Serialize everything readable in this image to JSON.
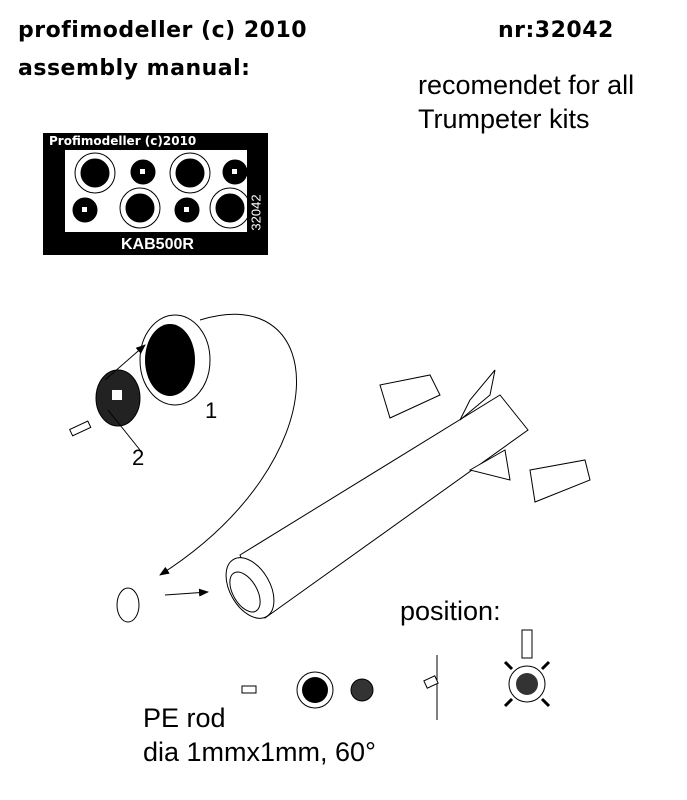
{
  "header": {
    "brand": "profimodeller (c) 2010",
    "subtitle": "assembly manual:",
    "number": "nr:32042",
    "note_line1": "recomendet for all",
    "note_line2": "Trumpeter kits"
  },
  "fret": {
    "top_text": "Profimodeller (c)2010",
    "name": "KAB500R",
    "code": "32042"
  },
  "diagram": {
    "step1": "1",
    "step2": "2",
    "position_label": "position:",
    "rod_line1": "PE rod",
    "rod_line2": "dia 1mmx1mm, 60°"
  }
}
